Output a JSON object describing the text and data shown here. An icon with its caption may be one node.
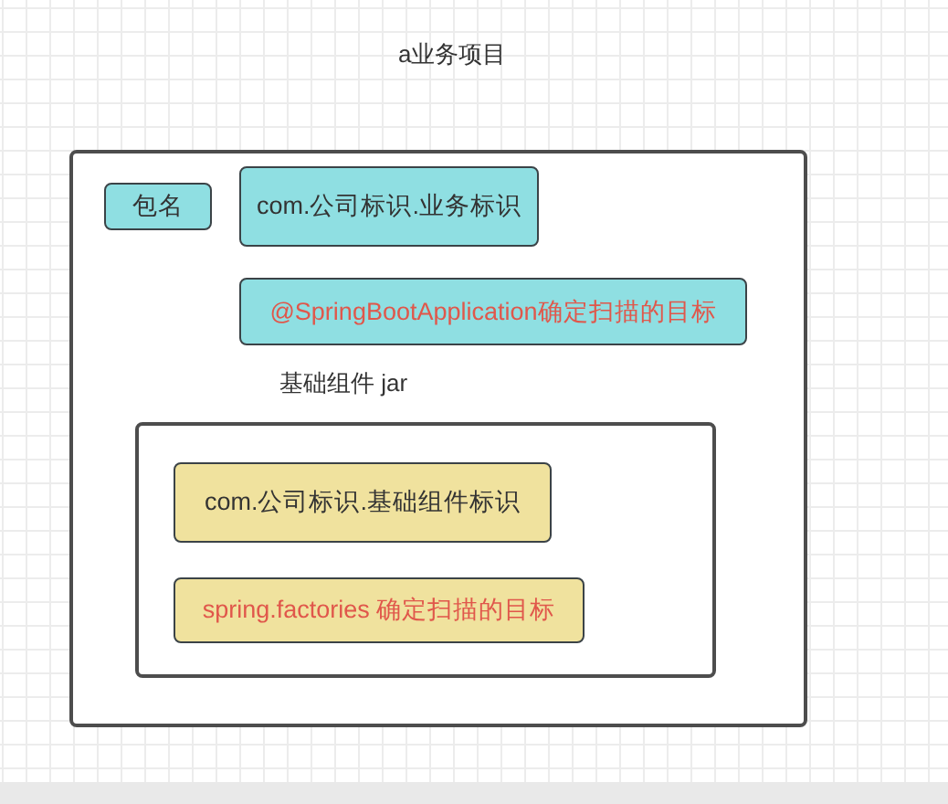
{
  "diagram": {
    "nodes": [
      {
        "text": [
          "a业务项目"
        ]
      },
      {
        "text": [
          "包名"
        ],
        "in": 0
      },
      {
        "text": [
          "com.公司标识.业务标识"
        ],
        "in": 0
      },
      {
        "text": [
          "@SpringBootApplication确定扫描的目标"
        ],
        "in": 0
      },
      {
        "text": [
          "基础组件 jar"
        ],
        "in": 0
      },
      {
        "text": [
          "com.公司标识.基础组件标识"
        ],
        "in": 4
      },
      {
        "text": [
          "spring.factories 确定扫描的目标"
        ],
        "in": 4
      }
    ]
  }
}
